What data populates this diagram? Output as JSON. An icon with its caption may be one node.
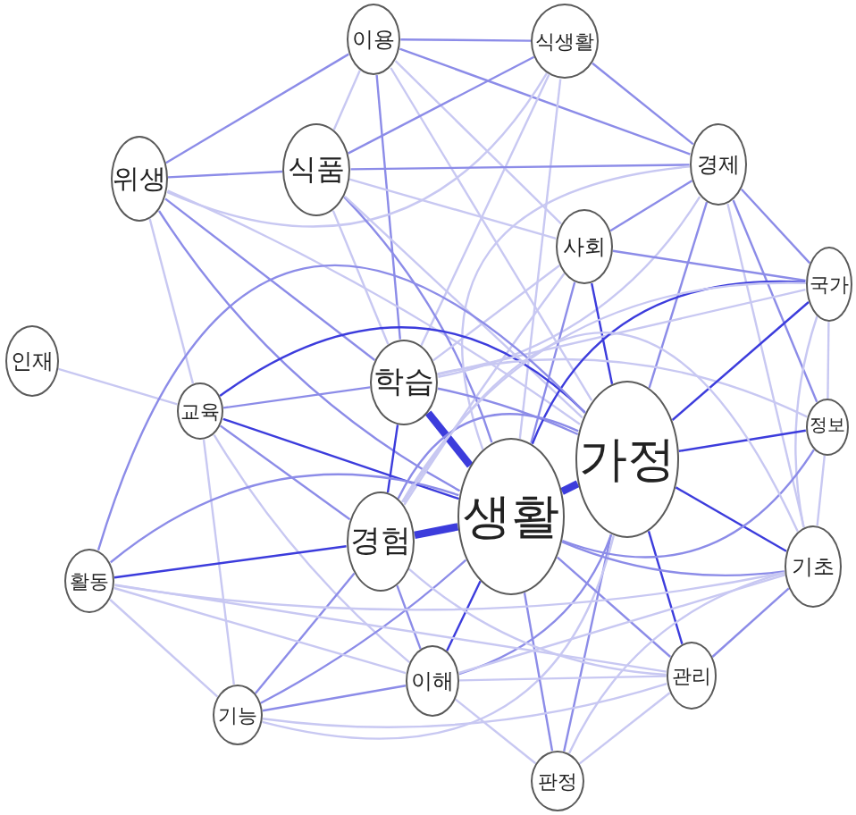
{
  "diagram": {
    "nodes": [
      {
        "text": [
          "이용"
        ]
      },
      {
        "text": [
          "식생활"
        ]
      },
      {
        "text": [
          "위생"
        ]
      },
      {
        "text": [
          "식품"
        ]
      },
      {
        "text": [
          "경제"
        ]
      },
      {
        "text": [
          "사회"
        ]
      },
      {
        "text": [
          "인재"
        ]
      },
      {
        "text": [
          "교육"
        ]
      },
      {
        "text": [
          "학습"
        ]
      },
      {
        "text": [
          "국가"
        ]
      },
      {
        "text": [
          "가정"
        ]
      },
      {
        "text": [
          "정보"
        ]
      },
      {
        "text": [
          "생활"
        ]
      },
      {
        "text": [
          "경험"
        ]
      },
      {
        "text": [
          "활동"
        ]
      },
      {
        "text": [
          "기초"
        ]
      },
      {
        "text": [
          "기능"
        ]
      },
      {
        "text": [
          "이해"
        ]
      },
      {
        "text": [
          "관리"
        ]
      },
      {
        "text": [
          "판정"
        ]
      }
    ],
    "edges": [
      {
        "from": 0,
        "to": 1,
        "arrow": "none",
        "color": "#8c8ce8"
      },
      {
        "from": 0,
        "to": 2,
        "arrow": "none",
        "color": "#8c8ce8"
      },
      {
        "from": 0,
        "to": 3,
        "arrow": "none"
      },
      {
        "from": 0,
        "to": 4,
        "arrow": "none",
        "color": "#8c8ce8"
      },
      {
        "from": 0,
        "to": 8,
        "arrow": "none",
        "color": "#8c8ce8"
      },
      {
        "from": 0,
        "to": 10,
        "arrow": "none"
      },
      {
        "from": 0,
        "to": 5,
        "arrow": "none"
      },
      {
        "from": 1,
        "to": 3,
        "arrow": "none",
        "color": "#8c8ce8"
      },
      {
        "from": 1,
        "to": 4,
        "arrow": "none",
        "color": "#8c8ce8"
      },
      {
        "from": 1,
        "to": 8,
        "arrow": "none"
      },
      {
        "from": 1,
        "to": 12,
        "arrow": "none"
      },
      {
        "from": 1,
        "to": 2,
        "arrow": "none"
      },
      {
        "from": 2,
        "to": 3,
        "arrow": "none",
        "color": "#8c8ce8"
      },
      {
        "from": 2,
        "to": 8,
        "arrow": "none",
        "color": "#8c8ce8"
      },
      {
        "from": 2,
        "to": 12,
        "arrow": "none",
        "color": "#8c8ce8"
      },
      {
        "from": 2,
        "to": 7,
        "arrow": "none"
      },
      {
        "from": 2,
        "to": 10,
        "arrow": "none"
      },
      {
        "from": 3,
        "to": 4,
        "arrow": "none",
        "color": "#8c8ce8"
      },
      {
        "from": 3,
        "to": 12,
        "arrow": "none",
        "color": "#8c8ce8"
      },
      {
        "from": 3,
        "to": 10,
        "arrow": "none"
      },
      {
        "from": 3,
        "to": 8,
        "arrow": "none"
      },
      {
        "from": 3,
        "to": 5,
        "arrow": "none"
      },
      {
        "from": 4,
        "to": 5,
        "arrow": "none",
        "color": "#8c8ce8"
      },
      {
        "from": 4,
        "to": 9,
        "arrow": "none",
        "color": "#8c8ce8"
      },
      {
        "from": 4,
        "to": 11,
        "arrow": "none",
        "color": "#8c8ce8"
      },
      {
        "from": 4,
        "to": 15,
        "arrow": "none"
      },
      {
        "from": 4,
        "to": 10,
        "arrow": "none",
        "color": "#8c8ce8"
      },
      {
        "from": 4,
        "to": 12,
        "arrow": "none"
      },
      {
        "from": 4,
        "to": 8,
        "arrow": "none"
      },
      {
        "from": 5,
        "to": 9,
        "arrow": "none",
        "color": "#8c8ce8"
      },
      {
        "from": 5,
        "to": 10,
        "arrow": "none",
        "color": "#3c3cdc"
      },
      {
        "from": 5,
        "to": 12,
        "arrow": "none",
        "color": "#8c8ce8"
      },
      {
        "from": 5,
        "to": 8,
        "arrow": "none"
      },
      {
        "from": 5,
        "to": 13,
        "arrow": "none"
      },
      {
        "from": 6,
        "to": 7,
        "arrow": "none"
      },
      {
        "from": 7,
        "to": 8,
        "arrow": "none",
        "color": "#8c8ce8"
      },
      {
        "from": 7,
        "to": 12,
        "arrow": "none",
        "color": "#3c3cdc"
      },
      {
        "from": 7,
        "to": 10,
        "arrow": "none",
        "color": "#3c3cdc"
      },
      {
        "from": 7,
        "to": 13,
        "arrow": "none",
        "color": "#8c8ce8"
      },
      {
        "from": 7,
        "to": 16,
        "arrow": "none"
      },
      {
        "from": 7,
        "to": 17,
        "arrow": "none"
      },
      {
        "from": 8,
        "to": 12,
        "arrow": "none",
        "style": "thick",
        "color": "#3c3cdc"
      },
      {
        "from": 8,
        "to": 10,
        "arrow": "none",
        "color": "#8c8ce8"
      },
      {
        "from": 8,
        "to": 13,
        "arrow": "none",
        "color": "#3c3cdc"
      },
      {
        "from": 8,
        "to": 9,
        "arrow": "none"
      },
      {
        "from": 8,
        "to": 11,
        "arrow": "none"
      },
      {
        "from": 9,
        "to": 10,
        "arrow": "none",
        "color": "#3c3cdc"
      },
      {
        "from": 9,
        "to": 12,
        "arrow": "none",
        "color": "#3c3cdc"
      },
      {
        "from": 9,
        "to": 11,
        "arrow": "none"
      },
      {
        "from": 9,
        "to": 13,
        "arrow": "none"
      },
      {
        "from": 9,
        "to": 15,
        "arrow": "none"
      },
      {
        "from": 10,
        "to": 11,
        "arrow": "none",
        "color": "#3c3cdc"
      },
      {
        "from": 10,
        "to": 12,
        "arrow": "none",
        "style": "thick",
        "color": "#3c3cdc"
      },
      {
        "from": 10,
        "to": 13,
        "arrow": "none",
        "color": "#8c8ce8"
      },
      {
        "from": 10,
        "to": 15,
        "arrow": "none",
        "color": "#3c3cdc"
      },
      {
        "from": 10,
        "to": 18,
        "arrow": "none",
        "color": "#3c3cdc"
      },
      {
        "from": 10,
        "to": 19,
        "arrow": "none",
        "color": "#8c8ce8"
      },
      {
        "from": 10,
        "to": 17,
        "arrow": "none",
        "color": "#8c8ce8"
      },
      {
        "from": 10,
        "to": 16,
        "arrow": "none"
      },
      {
        "from": 10,
        "to": 14,
        "arrow": "none",
        "color": "#8c8ce8"
      },
      {
        "from": 11,
        "to": 12,
        "arrow": "none",
        "color": "#8c8ce8"
      },
      {
        "from": 11,
        "to": 15,
        "arrow": "none"
      },
      {
        "from": 12,
        "to": 13,
        "arrow": "none",
        "style": "thick",
        "color": "#3c3cdc"
      },
      {
        "from": 12,
        "to": 14,
        "arrow": "none",
        "color": "#8c8ce8"
      },
      {
        "from": 12,
        "to": 15,
        "arrow": "none",
        "color": "#8c8ce8"
      },
      {
        "from": 12,
        "to": 16,
        "arrow": "none",
        "color": "#8c8ce8"
      },
      {
        "from": 12,
        "to": 17,
        "arrow": "none",
        "color": "#3c3cdc"
      },
      {
        "from": 12,
        "to": 18,
        "arrow": "none",
        "color": "#8c8ce8"
      },
      {
        "from": 12,
        "to": 19,
        "arrow": "none",
        "color": "#8c8ce8"
      },
      {
        "from": 13,
        "to": 14,
        "arrow": "none",
        "color": "#3c3cdc"
      },
      {
        "from": 13,
        "to": 16,
        "arrow": "none",
        "color": "#8c8ce8"
      },
      {
        "from": 13,
        "to": 17,
        "arrow": "none",
        "color": "#8c8ce8"
      },
      {
        "from": 13,
        "to": 18,
        "arrow": "none"
      },
      {
        "from": 13,
        "to": 15,
        "arrow": "none"
      },
      {
        "from": 14,
        "to": 17,
        "arrow": "none"
      },
      {
        "from": 14,
        "to": 18,
        "arrow": "none"
      },
      {
        "from": 14,
        "to": 15,
        "arrow": "none"
      },
      {
        "from": 14,
        "to": 16,
        "arrow": "none"
      },
      {
        "from": 15,
        "to": 18,
        "arrow": "none",
        "color": "#8c8ce8"
      },
      {
        "from": 15,
        "to": 19,
        "arrow": "none"
      },
      {
        "from": 15,
        "to": 17,
        "arrow": "none"
      },
      {
        "from": 16,
        "to": 17,
        "arrow": "none",
        "color": "#8c8ce8"
      },
      {
        "from": 16,
        "to": 18,
        "arrow": "none"
      },
      {
        "from": 17,
        "to": 18,
        "arrow": "none"
      },
      {
        "from": 17,
        "to": 19,
        "arrow": "none"
      },
      {
        "from": 18,
        "to": 19,
        "arrow": "none"
      }
    ]
  }
}
